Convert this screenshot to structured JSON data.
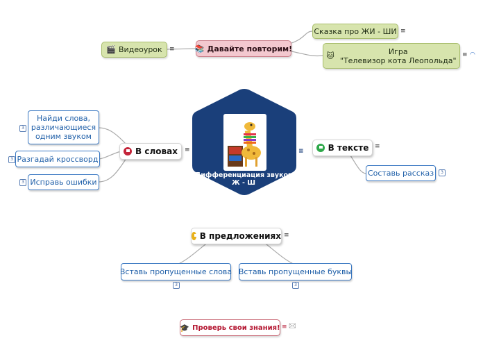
{
  "center": {
    "title_line1": "Дифференциация звуков",
    "title_line2": "Ж - Ш"
  },
  "top_group": {
    "repeat": "Давайте повторим!",
    "video": "Видеоурок",
    "tale": "Сказка про ЖИ - ШИ",
    "game_line1": "Игра",
    "game_line2": "\"Телевизор кота Леопольда\""
  },
  "words": {
    "title": "В словах",
    "find_line1": "Найди слова,",
    "find_line2": "различающиеся",
    "find_line3": "одним звуком",
    "crossword": "Разгадай кроссворд",
    "fix": "Исправь ошибки"
  },
  "text": {
    "title": "В тексте",
    "compose": "Составь рассказ"
  },
  "sentences": {
    "title": "В предложениях",
    "insert_words": "Вставь пропущенные слова",
    "insert_letters": "Вставь пропущенные буквы"
  },
  "quiz": "Проверь свои знания!",
  "note_icon": "≡",
  "badge": "3",
  "colors": {
    "center": "#1a3f7a",
    "leaf_border": "#3a78c2",
    "link": "#a9a9a9"
  }
}
